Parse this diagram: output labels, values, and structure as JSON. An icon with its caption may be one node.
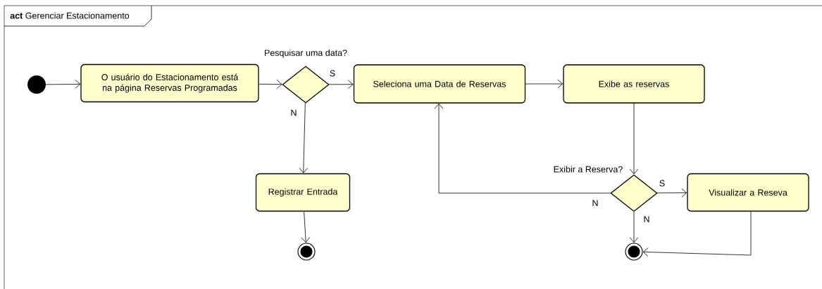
{
  "diagram": {
    "title": "**act** Gerenciar Estacionamento",
    "nodes": [
      {
        "text": [],
        "shape": "circle"
      },
      {
        "text": [
          "O usuário do Estacionamento está na página Reservas Programadas"
        ]
      },
      {
        "text": [],
        "shape": "diamond",
        "beside": [
          "Pesquisar uma data?"
        ]
      },
      {
        "text": [
          "Seleciona uma Data de Reservas"
        ]
      },
      {
        "text": [
          "Exibe as reservas"
        ]
      },
      {
        "text": [
          "Registrar Entrada"
        ]
      },
      {
        "text": [],
        "shape": "final"
      },
      {
        "text": [],
        "shape": "diamond",
        "beside": [
          "Exibir a Reserva?"
        ]
      },
      {
        "text": [
          "Visualizar a Reseva"
        ]
      },
      {
        "text": [],
        "shape": "final"
      }
    ],
    "edges": [
      {
        "from": 0,
        "to": 1,
        "arrow": "to"
      },
      {
        "from": 1,
        "to": 2,
        "arrow": "to"
      },
      {
        "from": 2,
        "to": 3,
        "arrow": "to",
        "label": "S"
      },
      {
        "from": 2,
        "to": 5,
        "arrow": "to",
        "label": "N"
      },
      {
        "from": 3,
        "to": 4,
        "arrow": "to"
      },
      {
        "from": 4,
        "to": 7,
        "arrow": "to"
      },
      {
        "from": 7,
        "to": 3,
        "arrow": "to",
        "label": "N"
      },
      {
        "from": 7,
        "to": 8,
        "arrow": "to",
        "label": "S"
      },
      {
        "from": 7,
        "to": 9,
        "arrow": "to",
        "label": "N"
      },
      {
        "from": 8,
        "to": 9,
        "arrow": "to"
      },
      {
        "from": 5,
        "to": 6,
        "arrow": "to"
      }
    ]
  }
}
